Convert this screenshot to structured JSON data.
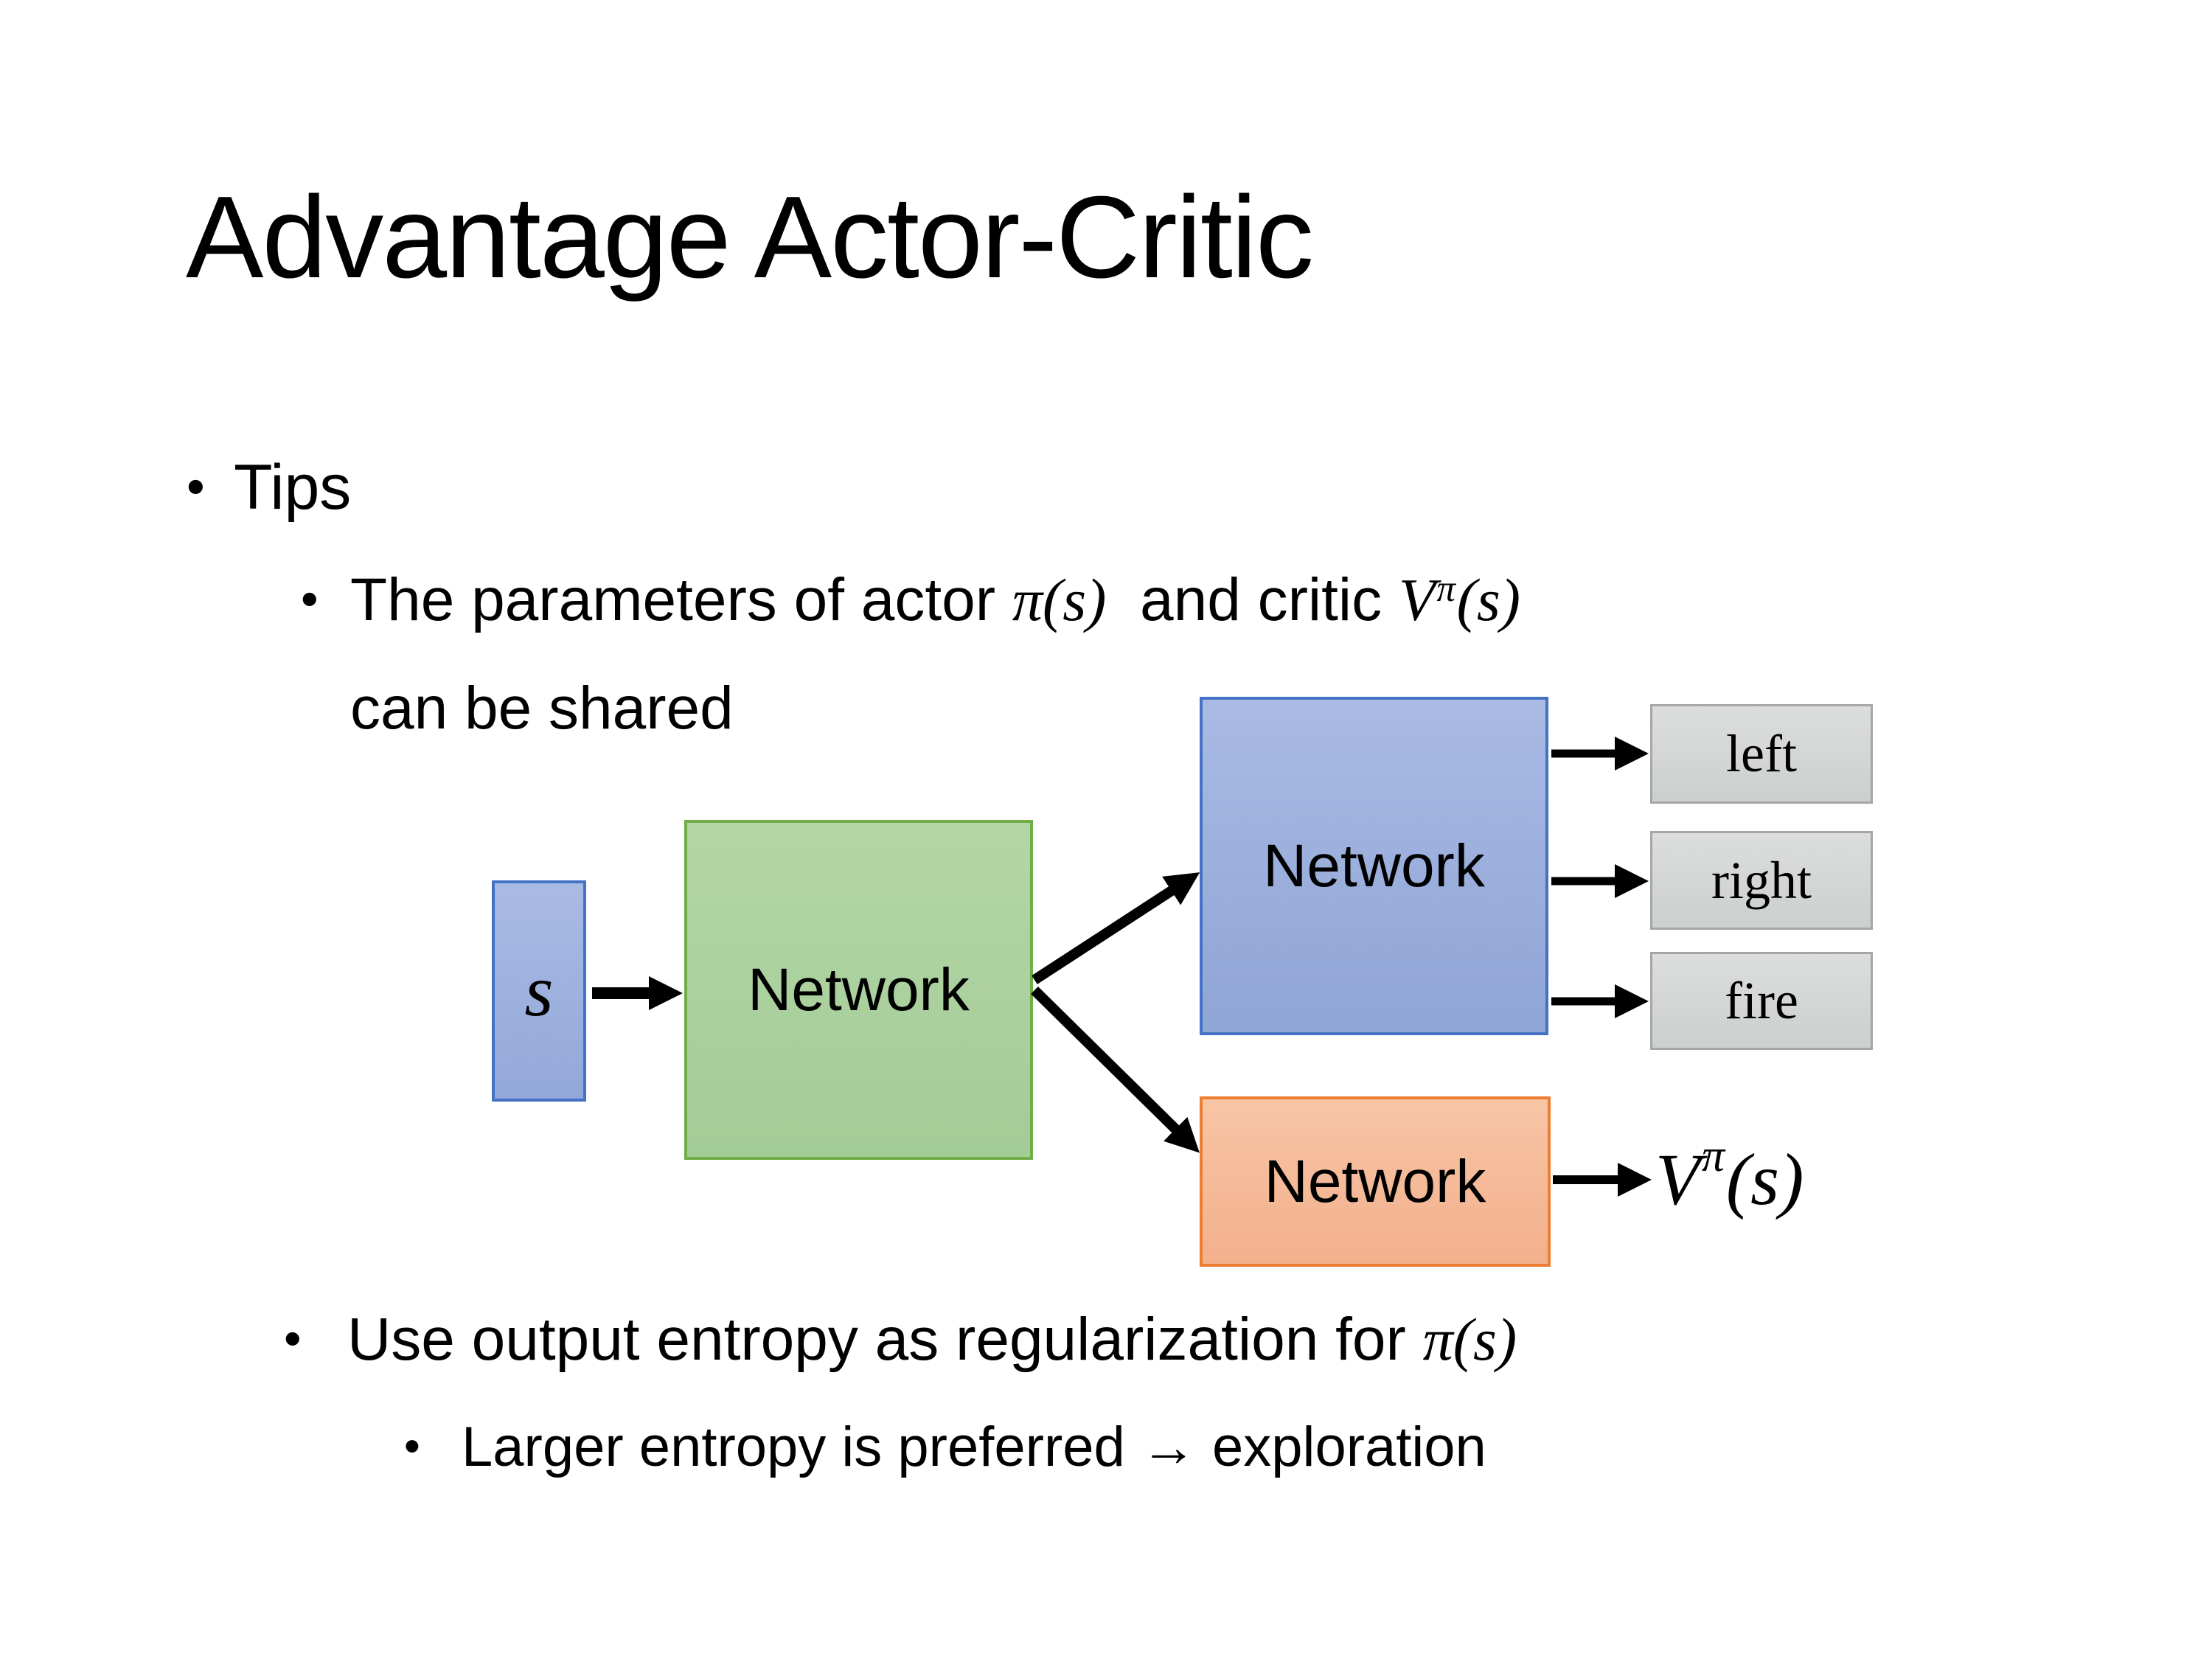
{
  "slide": {
    "title": "Advantage Actor-Critic",
    "bullet_glyph": "•"
  },
  "bullets": {
    "tips": "Tips",
    "param_pre": "The parameters of actor ",
    "param_math_pi": "π(s)",
    "param_mid": "  and critic ",
    "param_V": "V",
    "param_V_sup": "π",
    "param_V_args": "(s)",
    "param_line2": "can be shared",
    "entropy_pre": "Use output entropy as regularization for ",
    "entropy_math_pi": "π(s)",
    "exploration": "Larger entropy is preferred → exploration"
  },
  "diagram": {
    "state_label": "s",
    "shared_network_label": "Network",
    "actor_network_label": "Network",
    "critic_network_label": "Network",
    "output_left": "left",
    "output_right": "right",
    "output_fire": "fire",
    "value_V": "V",
    "value_sup": "π",
    "value_args": "(s)",
    "colors": {
      "state_fill_top": "#A9BAE4",
      "state_fill_bottom": "#93A8DA",
      "state_border": "#4472C4",
      "shared_fill_top": "#B3D6A7",
      "shared_fill_bottom": "#A4CC97",
      "shared_border": "#70AD47",
      "actor_fill_top": "#A9BAE4",
      "actor_fill_bottom": "#8FA5D6",
      "actor_border": "#4472C4",
      "critic_fill_top": "#F7C5A6",
      "critic_fill_bottom": "#F3B08C",
      "critic_border": "#ED7D31",
      "action_fill_top": "#DCDEDD",
      "action_fill_bottom": "#CBCFCD",
      "action_border": "#A6A6A6",
      "arrow": "#000000"
    }
  }
}
